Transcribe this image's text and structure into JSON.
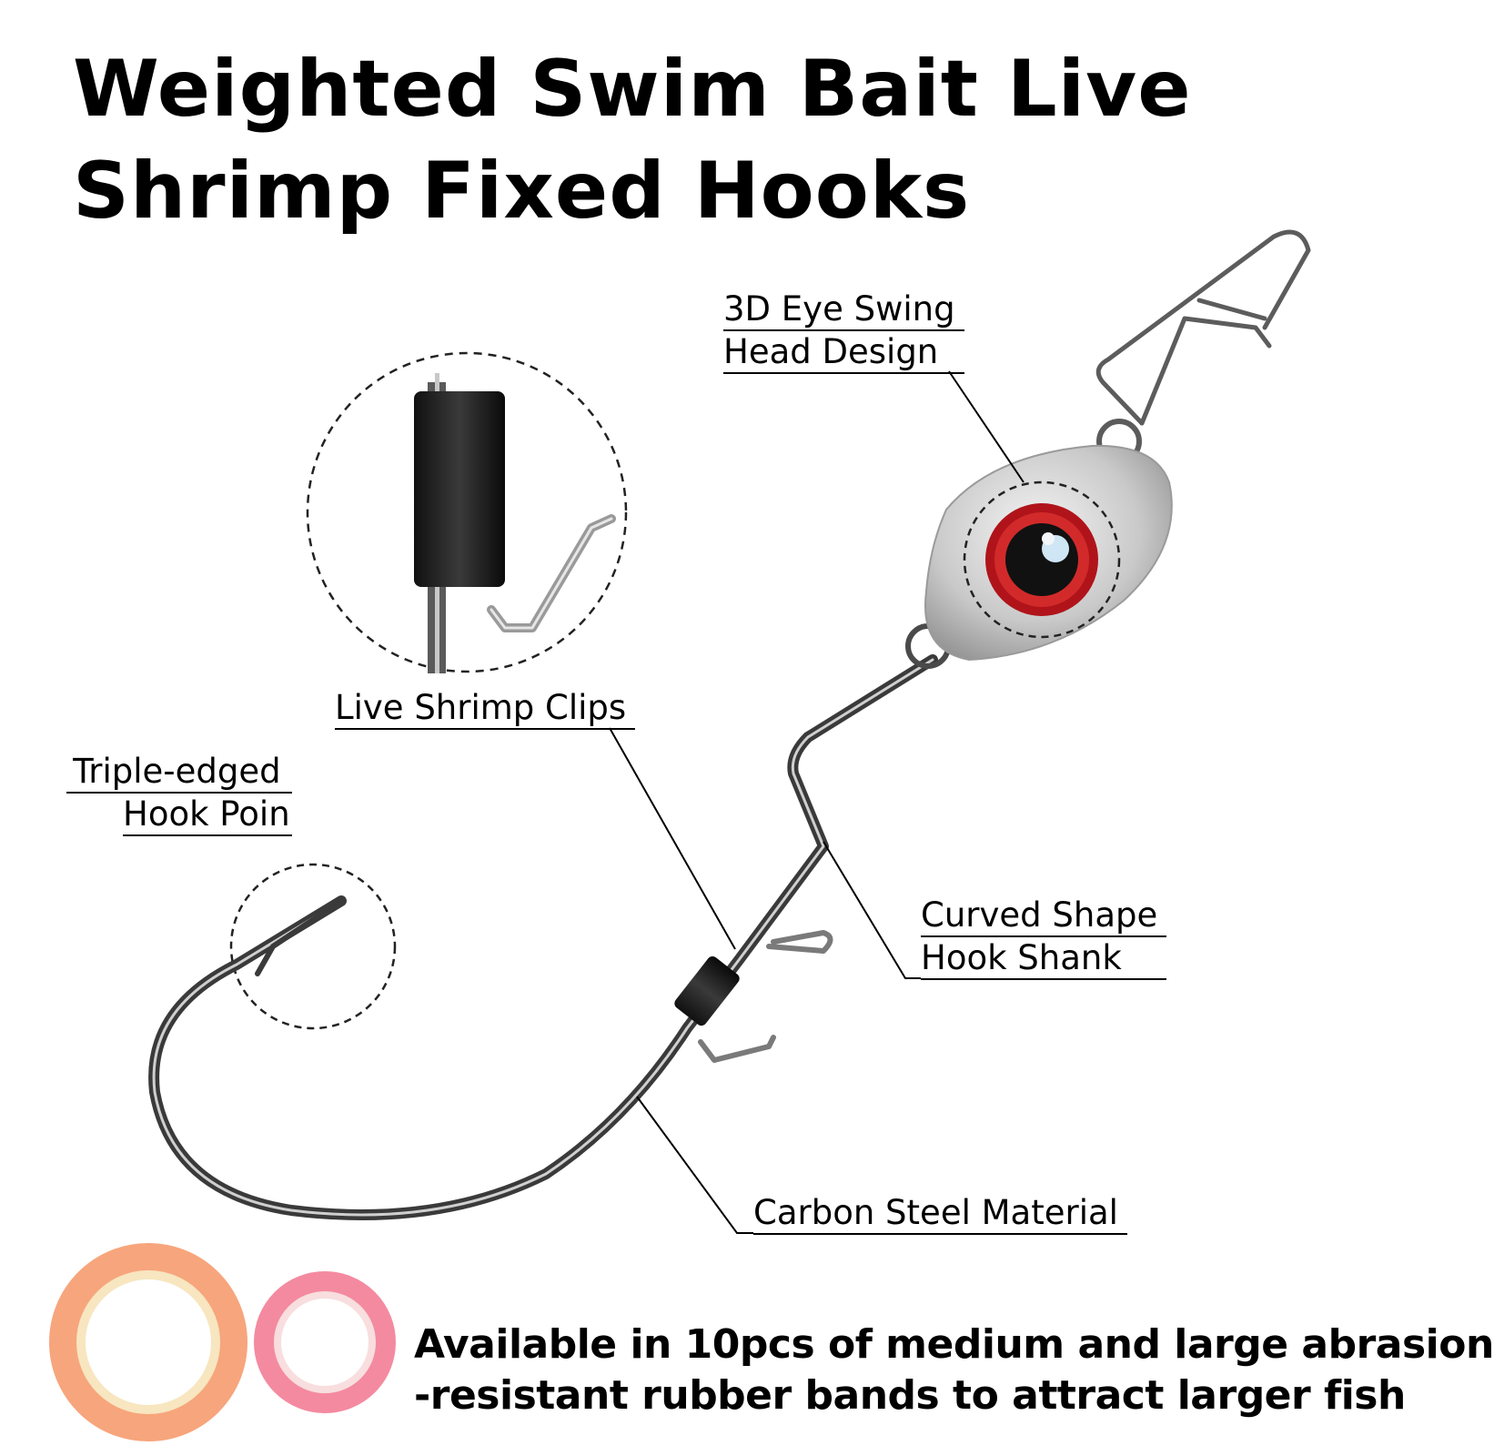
{
  "title": {
    "line1": "Weighted Swim Bait Live",
    "line2": "Shrimp Fixed Hooks"
  },
  "callouts": {
    "eye": {
      "line1": "3D Eye Swing",
      "line2": "Head Design"
    },
    "clips": {
      "line1": "Live Shrimp Clips"
    },
    "point": {
      "line1": "Triple-edged",
      "line2": "Hook Poin"
    },
    "shank": {
      "line1": "Curved Shape",
      "line2": "Hook Shank"
    },
    "carbon": {
      "line1": "Carbon Steel Material"
    }
  },
  "footer": {
    "line1": "Available in 10pcs of medium and large abrasion",
    "line2": "-resistant rubber bands to attract larger fish"
  },
  "colors": {
    "band_large": "#f7a57c",
    "band_large_inner": "#f7e6c0",
    "band_small": "#f48aa0",
    "band_small_inner": "#f8dede",
    "eye_red": "#b0141a",
    "metal": "#3a3a3a"
  },
  "icons": [
    "snap-swivel-icon",
    "jig-head-icon",
    "hook-icon",
    "rubber-band-icon"
  ]
}
